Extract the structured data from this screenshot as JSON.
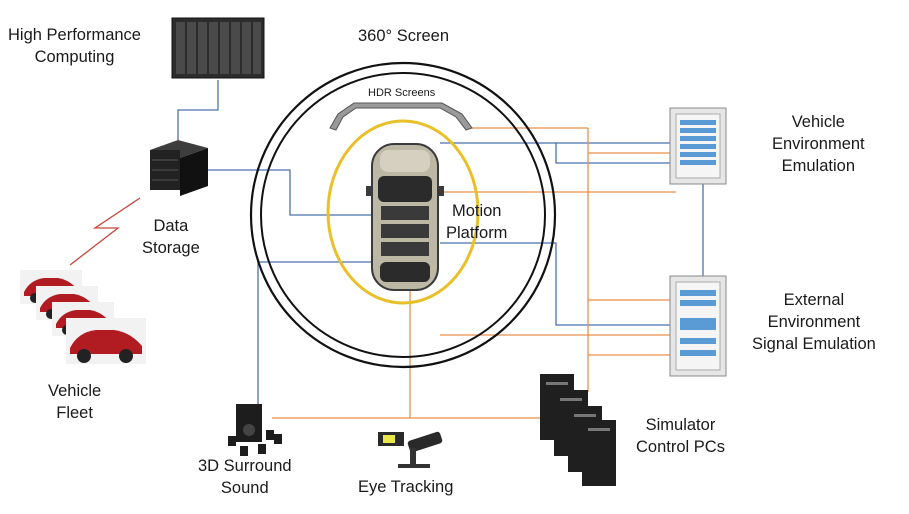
{
  "labels": {
    "hpc": [
      "High Performance",
      "Computing"
    ],
    "screen360": "360° Screen",
    "hdr": "HDR Screens",
    "data_storage": [
      "Data",
      "Storage"
    ],
    "motion_platform": [
      "Motion",
      "Platform"
    ],
    "vehicle_env": [
      "Vehicle",
      "Environment",
      "Emulation"
    ],
    "external_env": [
      "External",
      "Environment",
      "Signal Emulation"
    ],
    "vehicle_fleet": [
      "Vehicle",
      "Fleet"
    ],
    "surround": [
      "3D Surround",
      "Sound"
    ],
    "eye_tracking": "Eye Tracking",
    "sim_pcs": [
      "Simulator",
      "Control PCs"
    ]
  },
  "colors": {
    "blue_link": "#4a72b0",
    "orange_link": "#e8914a",
    "motion_ring": "#e8c02a",
    "wireless_link": "#c8463c",
    "car_body": "#bdb7a6",
    "rack_blue": "#5b9bd5"
  }
}
